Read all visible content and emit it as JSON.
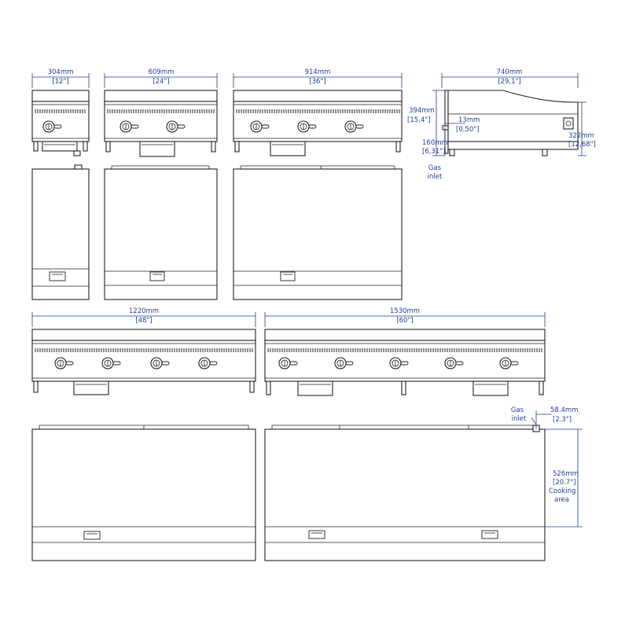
{
  "colors": {
    "dimension": "#1e3f8f",
    "line": "#222222",
    "background": "#ffffff"
  },
  "dimensions": {
    "w304": {
      "mm": "304mm",
      "in": "[12\"]"
    },
    "w609": {
      "mm": "609mm",
      "in": "[24\"]"
    },
    "w914": {
      "mm": "914mm",
      "in": "[36\"]"
    },
    "d740": {
      "mm": "740mm",
      "in": "[29,1\"]"
    },
    "h394": {
      "mm": "394mm",
      "in": "[15,4\"]"
    },
    "d13": {
      "mm": "13mm",
      "in": "[0,50\"]"
    },
    "h160": {
      "mm": "160mm",
      "in": "[6,31\"]"
    },
    "h322": {
      "mm": "322mm",
      "in": "[12,68\"]"
    },
    "w1220": {
      "mm": "1220mm",
      "in": "[48\"]"
    },
    "w1530": {
      "mm": "1530mm",
      "in": "[60\"]"
    },
    "d58": {
      "mm": "58.4mm",
      "in": "[2.3\"]"
    },
    "d526": {
      "mm": "526mm",
      "in": "[20.7\"]",
      "line1": "Cooking",
      "line2": "area"
    }
  },
  "labels": {
    "gas_inlet_side": [
      "Gas",
      "inlet"
    ],
    "gas_inlet_top": [
      "Gas",
      "inlet"
    ]
  },
  "models": [
    {
      "name": "12-inch",
      "burners": 1
    },
    {
      "name": "24-inch",
      "burners": 2
    },
    {
      "name": "36-inch",
      "burners": 3
    },
    {
      "name": "48-inch",
      "burners": 4
    },
    {
      "name": "60-inch",
      "burners": 5
    }
  ]
}
